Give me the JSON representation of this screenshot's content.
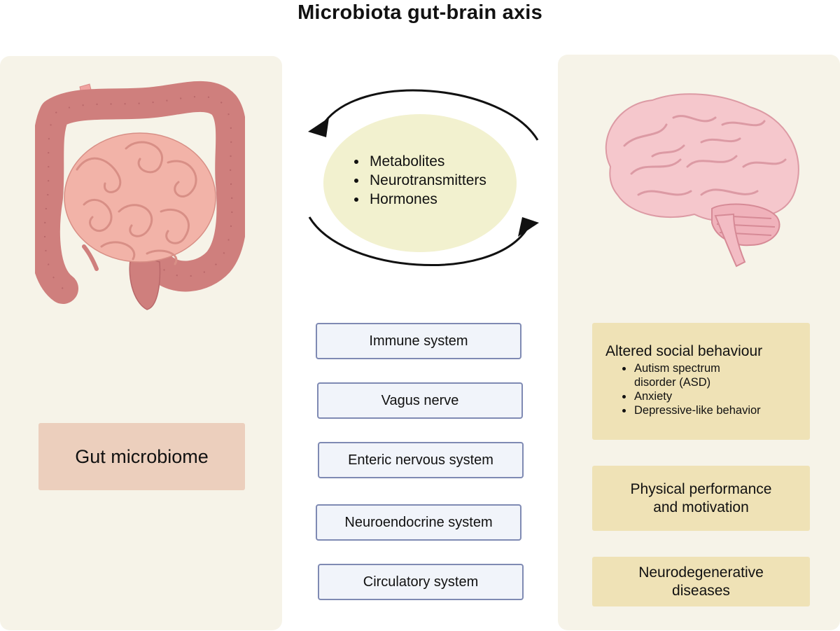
{
  "title": "Microbiota gut-brain axis",
  "left_panel": {
    "label": "Gut microbiome",
    "illustration_icon": "intestine-icon"
  },
  "center": {
    "signals": [
      "Metabolites",
      "Neurotransmitters",
      "Hormones"
    ],
    "pathways": [
      "Immune system",
      "Vagus nerve",
      "Enteric nervous system",
      "Neuroendocrine system",
      "Circulatory system"
    ]
  },
  "right_panel": {
    "illustration_icon": "brain-icon",
    "outcome_social": {
      "heading": "Altered social behaviour",
      "items": [
        "Autism spectrum disorder (ASD)",
        "Anxiety",
        "Depressive-like behavior"
      ]
    },
    "outcome_physical": "Physical performance and motivation",
    "outcome_neuro": "Neurodegenerative diseases"
  },
  "colors": {
    "panel_bg": "#f6f3e8",
    "gut_label_bg": "#eccfbd",
    "signals_bg": "#f2f1cf",
    "pathway_bg": "#f1f4fa",
    "pathway_border": "#7f8ab3",
    "outcome_bg": "#efe2b6",
    "arrow": "#111111"
  }
}
